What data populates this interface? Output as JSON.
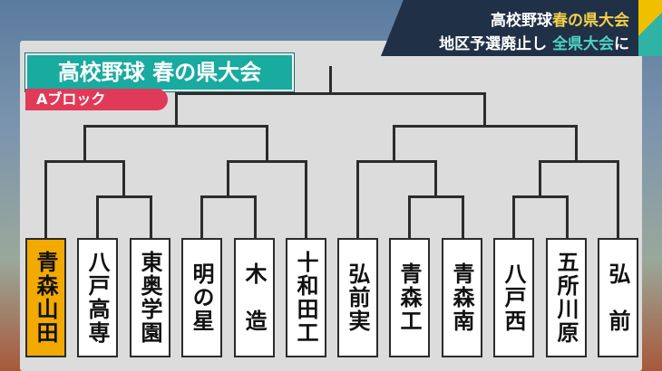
{
  "banner": {
    "line1_plain": "高校野球",
    "line1_highlight": "春の県大会",
    "line2_plain": "地区予選廃止し ",
    "line2_highlight": "全県大会",
    "line2_tail": "に"
  },
  "title": "高校野球 春の県大会",
  "block_label": "Aブロック",
  "colors": {
    "title_bg": "#19aaa0",
    "badge_bg": "#e03a58",
    "highlight_team": "#f2a900",
    "banner_bg": "#203046"
  },
  "teams": [
    {
      "name": "青森山田",
      "highlighted": true
    },
    {
      "name": "八戸高専",
      "highlighted": false
    },
    {
      "name": "東奥学園",
      "highlighted": false
    },
    {
      "name": "明の星",
      "highlighted": false
    },
    {
      "name": "木　造",
      "highlighted": false
    },
    {
      "name": "十和田工",
      "highlighted": false
    },
    {
      "name": "弘前実",
      "highlighted": false
    },
    {
      "name": "青森工",
      "highlighted": false
    },
    {
      "name": "青森南",
      "highlighted": false
    },
    {
      "name": "八戸西",
      "highlighted": false
    },
    {
      "name": "五所川原",
      "highlighted": false
    },
    {
      "name": "弘　前",
      "highlighted": false
    }
  ]
}
